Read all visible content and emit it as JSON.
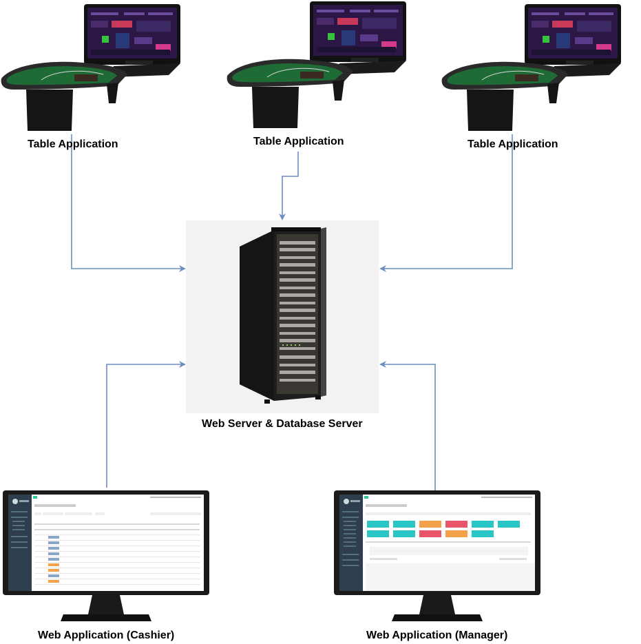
{
  "nodes": {
    "table_left": {
      "label": "Table Application",
      "icon": "casino-table-icon"
    },
    "table_center": {
      "label": "Table Application",
      "icon": "casino-table-icon"
    },
    "table_right": {
      "label": "Table Application",
      "icon": "casino-table-icon"
    },
    "server": {
      "label": "Web Server & Database Server",
      "icon": "server-rack-icon"
    },
    "cashier": {
      "label": "Web Application (Cashier)",
      "icon": "monitor-icon"
    },
    "manager": {
      "label": "Web Application (Manager)",
      "icon": "monitor-icon"
    }
  },
  "edges": [
    {
      "from": "table_left",
      "to": "server"
    },
    {
      "from": "table_center",
      "to": "server"
    },
    {
      "from": "table_right",
      "to": "server"
    },
    {
      "from": "cashier",
      "to": "server"
    },
    {
      "from": "manager",
      "to": "server"
    }
  ],
  "colors": {
    "connector": "#6c8ebf",
    "felt": "#1f6b35",
    "rail": "#2a2a2a",
    "screen": "#2b1646",
    "server_bg": "#f2f2f2",
    "dashboard_sidebar": "#2e3e4e",
    "tile_teal": "#29c6c6",
    "tile_orange": "#f4a24a",
    "tile_red": "#e8546a"
  }
}
